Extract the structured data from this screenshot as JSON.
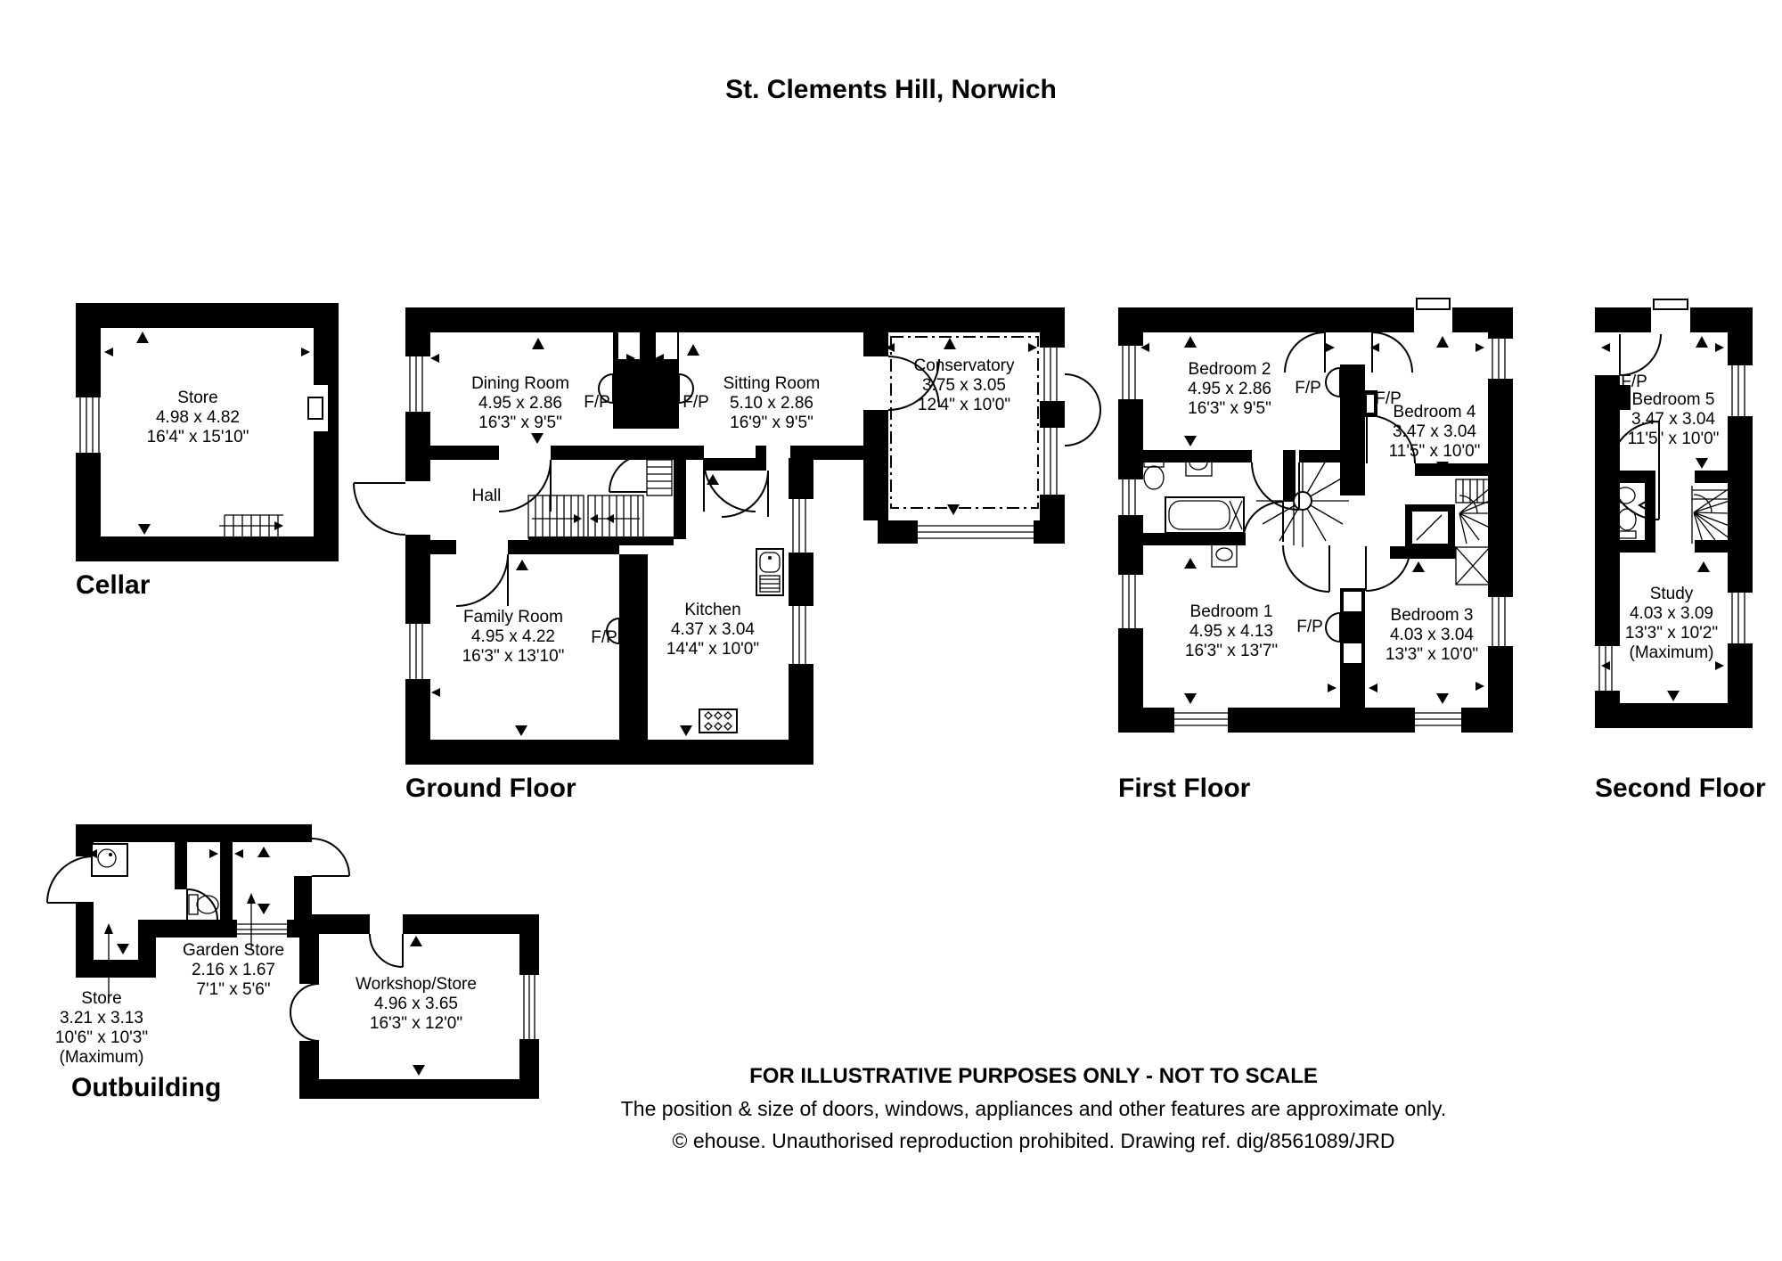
{
  "title": "St. Clements Hill, Norwich",
  "fp": "F/P",
  "floors": {
    "cellar": {
      "label": "Cellar"
    },
    "ground": {
      "label": "Ground Floor"
    },
    "first": {
      "label": "First Floor"
    },
    "second": {
      "label": "Second Floor"
    },
    "outbuilding": {
      "label": "Outbuilding"
    }
  },
  "rooms": {
    "cellar_store": {
      "name": "Store",
      "metric": "4.98 x 4.82",
      "imperial": "16'4\" x 15'10\""
    },
    "dining": {
      "name": "Dining Room",
      "metric": "4.95 x 2.86",
      "imperial": "16'3\" x 9'5\""
    },
    "sitting": {
      "name": "Sitting Room",
      "metric": "5.10 x 2.86",
      "imperial": "16'9\" x 9'5\""
    },
    "conservatory": {
      "name": "Conservatory",
      "metric": "3.75 x 3.05",
      "imperial": "12'4\" x 10'0\""
    },
    "hall": {
      "name": "Hall"
    },
    "family": {
      "name": "Family Room",
      "metric": "4.95 x 4.22",
      "imperial": "16'3\" x 13'10\""
    },
    "kitchen": {
      "name": "Kitchen",
      "metric": "4.37 x 3.04",
      "imperial": "14'4\" x 10'0\""
    },
    "bedroom2": {
      "name": "Bedroom 2",
      "metric": "4.95 x 2.86",
      "imperial": "16'3\" x 9'5\""
    },
    "bedroom4": {
      "name": "Bedroom 4",
      "metric": "3.47 x 3.04",
      "imperial": "11'5\" x 10'0\""
    },
    "bedroom1": {
      "name": "Bedroom 1",
      "metric": "4.95 x 4.13",
      "imperial": "16'3\" x 13'7\""
    },
    "bedroom3": {
      "name": "Bedroom 3",
      "metric": "4.03 x 3.04",
      "imperial": "13'3\" x 10'0\""
    },
    "bedroom5": {
      "name": "Bedroom 5",
      "metric": "3.47 x 3.04",
      "imperial": "11'5\" x 10'0\""
    },
    "study": {
      "name": "Study",
      "metric": "4.03 x 3.09",
      "imperial": "13'3\" x 10'2\"",
      "note": "(Maximum)"
    },
    "out_store": {
      "name": "Store",
      "metric": "3.21 x 3.13",
      "imperial": "10'6\" x 10'3\"",
      "note": "(Maximum)"
    },
    "garden_store": {
      "name": "Garden Store",
      "metric": "2.16 x 1.67",
      "imperial": "7'1\" x 5'6\""
    },
    "workshop": {
      "name": "Workshop/Store",
      "metric": "4.96 x 3.65",
      "imperial": "16'3\" x 12'0\""
    }
  },
  "footer": {
    "line1": "FOR ILLUSTRATIVE PURPOSES ONLY - NOT TO SCALE",
    "line2": "The position & size of doors, windows, appliances and other features are approximate only.",
    "line3": "© ehouse. Unauthorised reproduction prohibited. Drawing ref. dig/8561089/JRD"
  }
}
